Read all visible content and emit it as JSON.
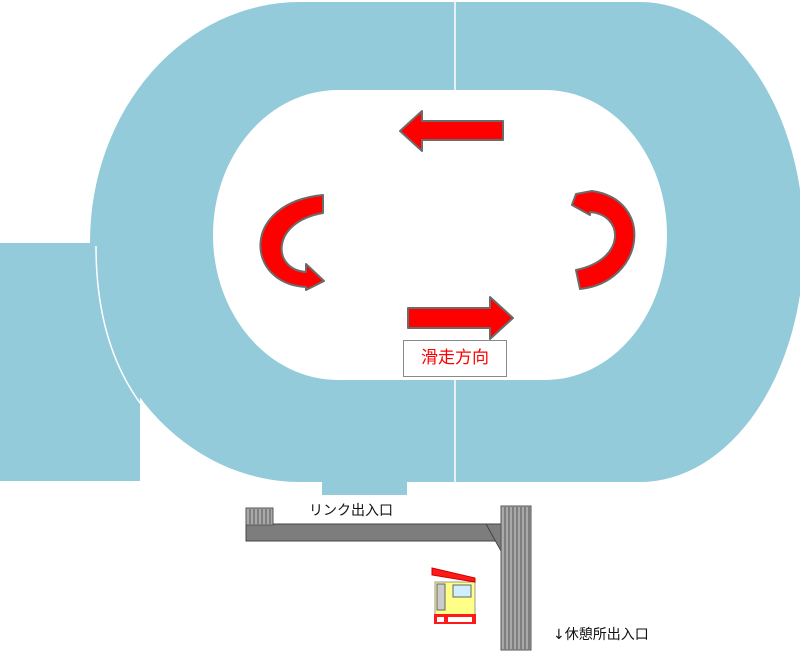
{
  "direction_label": "滑走方向",
  "rink_entrance_label": "リンク出入口",
  "rest_area_entrance_label": "↓休憩所出入口",
  "colors": {
    "ice": "#93cbdb",
    "arrow_fill": "#ff0000",
    "arrow_outline": "#6b6b6b",
    "direction_text": "#ff0000",
    "walkway": "#7d7d7d",
    "stripe_pad": "#a9a9a9",
    "hut_wall": "#ffff88",
    "hut_roof": "#ff1a1a"
  },
  "icons": {
    "direction_arrows": [
      "arrow-left-icon",
      "u-turn-left-icon",
      "arrow-right-icon",
      "u-turn-right-icon"
    ],
    "building": "rest-hut-icon"
  }
}
